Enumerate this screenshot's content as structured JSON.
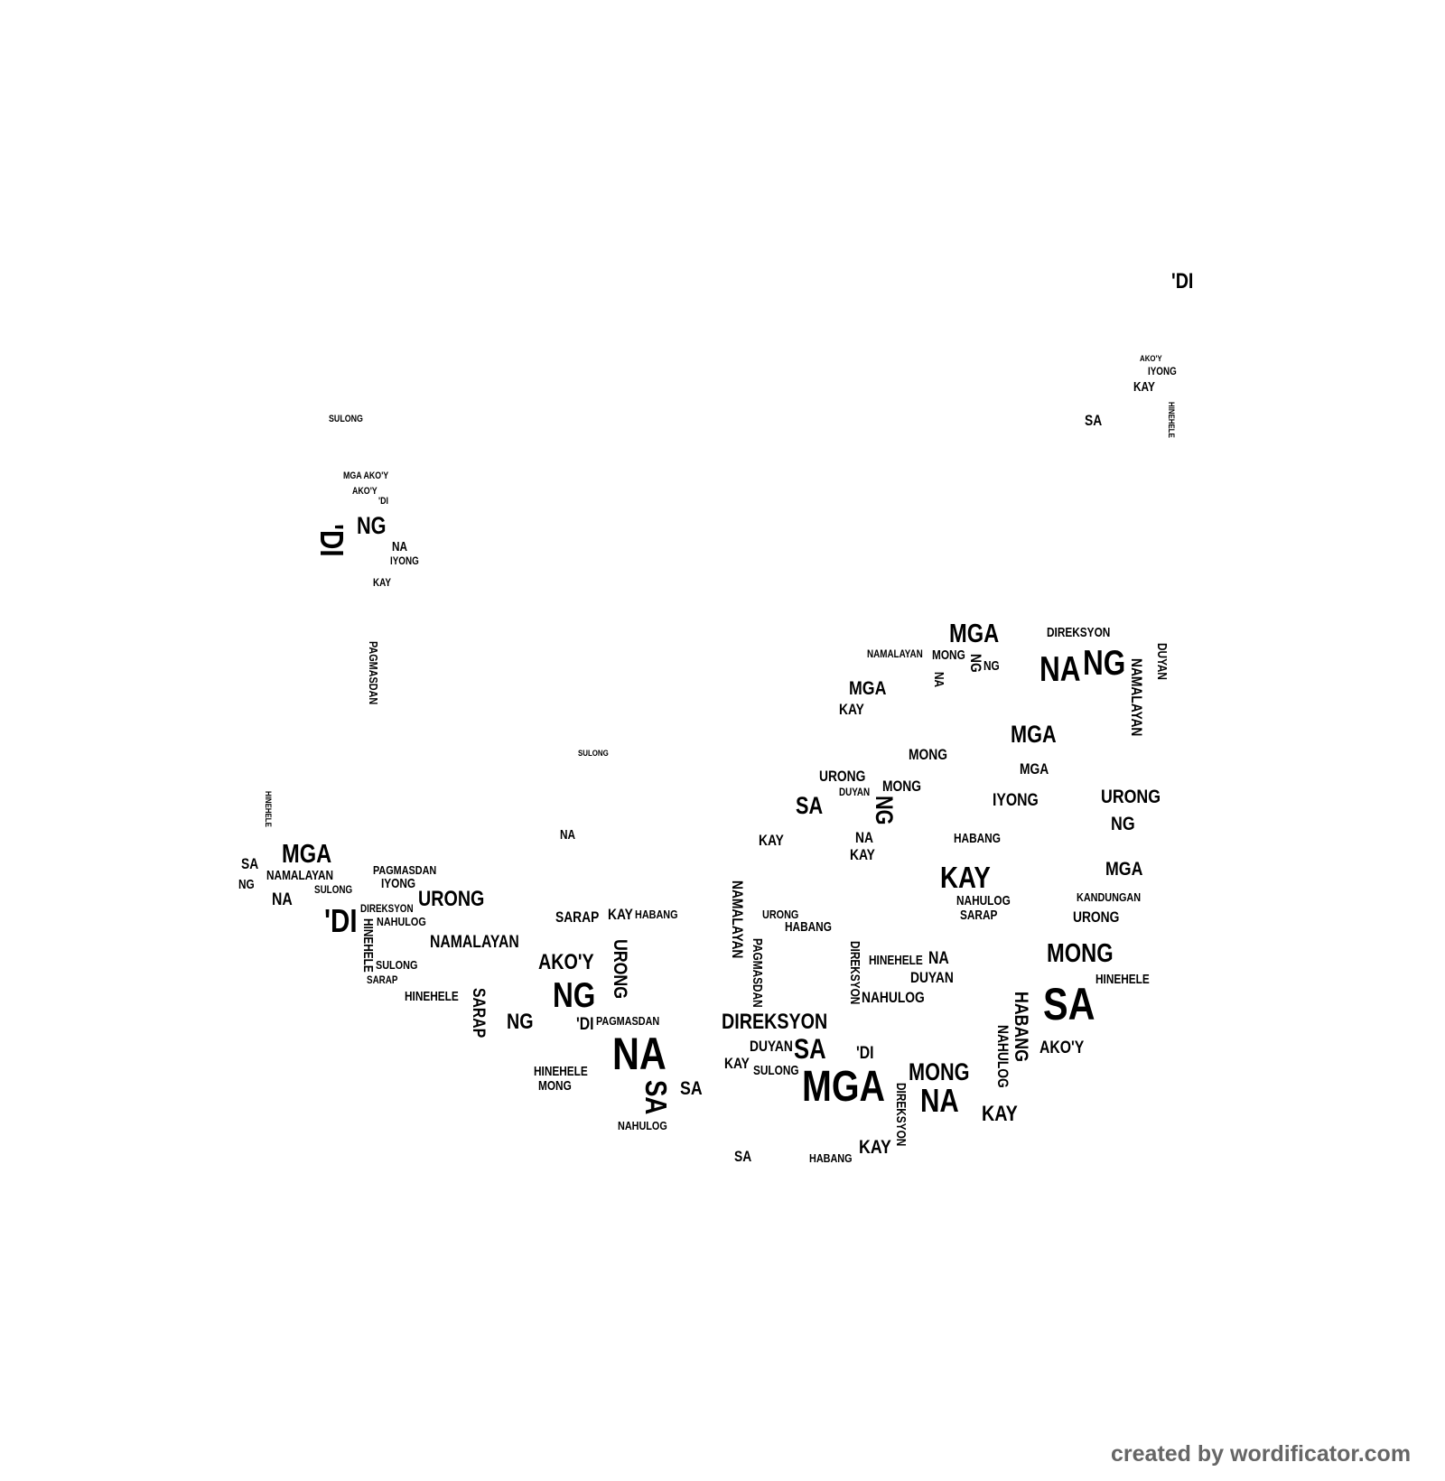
{
  "words": [
    "'DI",
    "SA",
    "KAY",
    "IYONG",
    "AKO'Y",
    "HINEHELE",
    "SULONG",
    "MGA AKO'Y",
    "AKO'Y",
    "'DI",
    "NG",
    "'DI",
    "NA",
    "IYONG",
    "KAY",
    "PAGMASDAN",
    "HINEHELE",
    "SULONG",
    "NA",
    "MGA",
    "SA",
    "NG",
    "NAMALAYAN",
    "NA",
    "'DI",
    "URONG",
    "PAGMASDAN",
    "IYONG",
    "SULONG",
    "DIREKSYON",
    "NAHULOG",
    "HINEHELE",
    "SARAP",
    "KAY",
    "HABANG",
    "NAMALAYAN",
    "SULONG",
    "SARAP",
    "HINEHELE",
    "AKO'Y",
    "NG",
    "URONG",
    "SARAP",
    "NG",
    "'DI",
    "PAGMASDAN",
    "NA",
    "SA",
    "SA",
    "HINEHELE",
    "MONG",
    "NAHULOG",
    "NAMALAYAN",
    "PAGMASDAN",
    "DIREKSYON",
    "MGA",
    "SA",
    "'DI",
    "MONG",
    "NA",
    "KAY",
    "SA",
    "MONG",
    "HABANG",
    "AKO'Y",
    "URONG",
    "KANDUNGAN",
    "MGA",
    "URONG",
    "NG",
    "NAMALAYAN",
    "NG",
    "DUYAN",
    "NA",
    "MGA",
    "MGA",
    "IYONG",
    "KAY",
    "HABANG",
    "NAHULOG",
    "MGA",
    "DIREKSYON",
    "NG",
    "MONG",
    "MONG",
    "MGA",
    "KAY",
    "NAMALAYAN",
    "URONG",
    "SA",
    "KAY",
    "NA",
    "KAY",
    "HABANG",
    "URONG",
    "HINEHELE",
    "DUYAN",
    "NA",
    "NAHULOG",
    "DIREKSYON",
    "DIREKSYON",
    "KAY",
    "SA",
    "HABANG",
    "DUYAN",
    "SULONG",
    "KAY",
    "NG",
    "NA",
    "HINEHELE",
    "NAHULOG",
    "NG",
    "SARAP",
    "DUYAN",
    "MONG",
    "SULONG",
    "DUYAN"
  ],
  "footer": "created by wordificator.com",
  "colors": {
    "text": "#000000",
    "footer": "#666666",
    "background": "#ffffff"
  }
}
